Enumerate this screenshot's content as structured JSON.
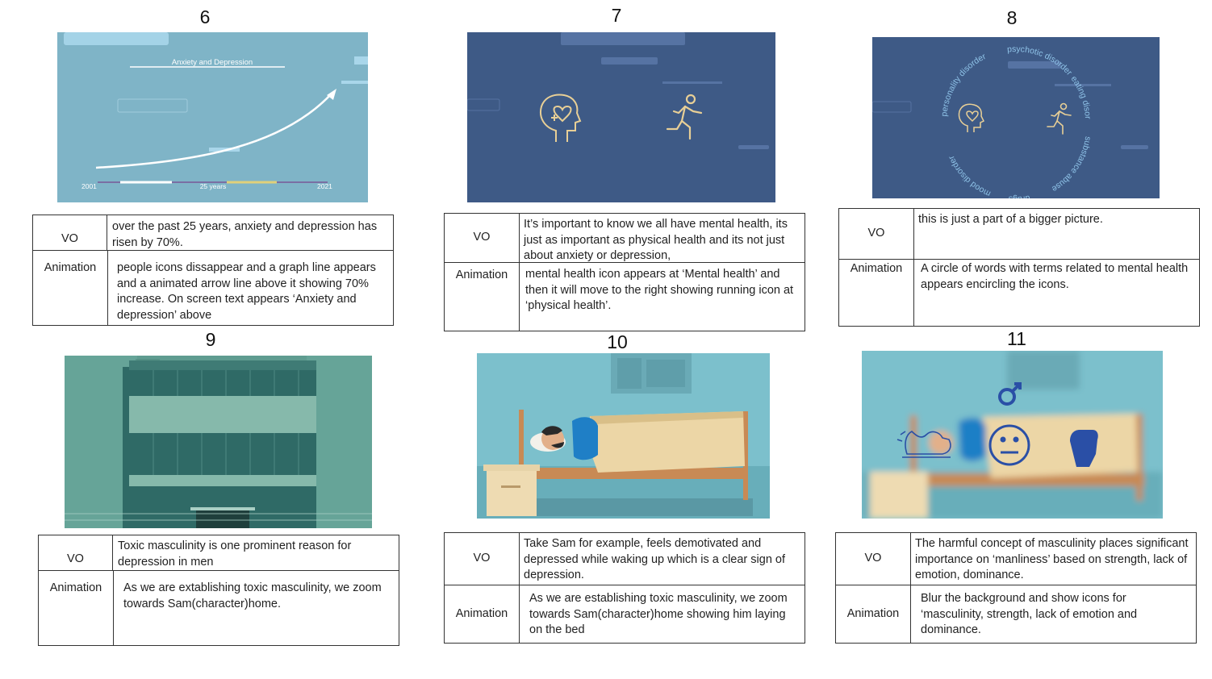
{
  "panels": [
    {
      "number": "6",
      "frame_title": "Anxiety and Depression",
      "axis_start": "2001",
      "axis_middle": "25 years",
      "axis_end": "2021",
      "vo_label": "VO",
      "vo_text": "over the past 25 years, anxiety and depression has risen by 70%.",
      "anim_label": "Animation",
      "anim_text": "people icons dissappear and a graph line appears and a animated arrow line above it showing 70% increase. On screen text appears ‘Anxiety and depression’ above"
    },
    {
      "number": "7",
      "vo_label": "VO",
      "vo_text": "It’s important to know we all have mental health, its just as important as physical health and its not just about anxiety or depression,",
      "anim_label": "Animation",
      "anim_text": "mental health icon appears at ‘Mental health’ and then it will move to the right showing running icon at ‘physical health’."
    },
    {
      "number": "8",
      "circle_words": [
        "psychotic disorder",
        "eating disorder",
        "substance abuse",
        "drugs",
        "mood disorder",
        "personality disorder"
      ],
      "vo_label": "VO",
      "vo_text": "this is just a part of a bigger picture.",
      "anim_label": "Animation",
      "anim_text": "A circle of words with terms related to mental health appears encircling the icons."
    },
    {
      "number": "9",
      "vo_label": "VO",
      "vo_text": "Toxic masculinity is one prominent reason for depression in men",
      "anim_label": "Animation",
      "anim_text": "As we are extablishing toxic masculinity, we zoom towards Sam(character)home."
    },
    {
      "number": "10",
      "vo_label": "VO",
      "vo_text": "Take Sam for example, feels demotivated and depressed while waking up which is a clear sign of depression.",
      "anim_label": "Animation",
      "anim_text": "As we are establishing toxic masculinity, we zoom towards Sam(character)home showing him laying on the bed"
    },
    {
      "number": "11",
      "vo_label": "VO",
      "vo_text": "The harmful concept of masculinity places significant importance on ‘manliness’ based on strength, lack of emotion, dominance.",
      "anim_label": "Animation",
      "anim_text": "Blur the background and show icons for ‘masculinity, strength, lack of emotion and dominance."
    }
  ],
  "colors": {
    "frame6_bg": "#7fb4c7",
    "frame78_bg": "#3e5a86",
    "icon_gold": "#e8cf96",
    "frame9_bg": "#5c9a8e",
    "frame10_bg": "#7cc0cc",
    "icon_blue": "#2a4fa6"
  }
}
